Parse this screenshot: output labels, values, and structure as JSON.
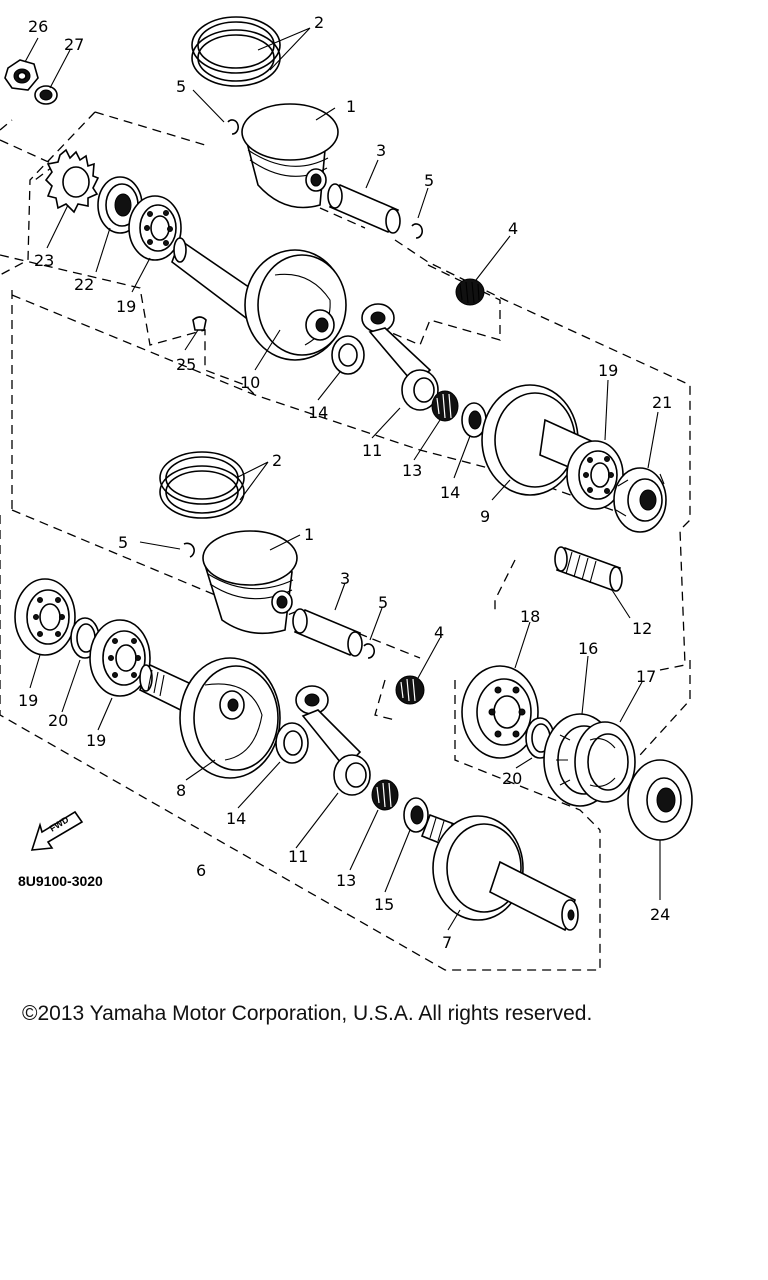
{
  "diagram": {
    "callouts": {
      "c26": "26",
      "c27": "27",
      "c2a": "2",
      "c5a": "5",
      "c1a": "1",
      "c3a": "3",
      "c5b": "5",
      "c4a": "4",
      "c23": "23",
      "c22": "22",
      "c19a": "19",
      "c25": "25",
      "c10": "10",
      "c14a": "14",
      "c11a": "11",
      "c13a": "13",
      "c14b": "14",
      "c9": "9",
      "c19b": "19",
      "c21": "21",
      "c12": "12",
      "c2b": "2",
      "c5c": "5",
      "c1b": "1",
      "c3b": "3",
      "c5d": "5",
      "c4b": "4",
      "c18": "18",
      "c16": "16",
      "c17": "17",
      "c19c": "19",
      "c20a": "20",
      "c19d": "19",
      "c8": "8",
      "c14c": "14",
      "c11b": "11",
      "c13b": "13",
      "c15": "15",
      "c7": "7",
      "c6": "6",
      "c20b": "20",
      "c24": "24"
    },
    "fwd_label": "FWD",
    "figure_code": "8U9100-3020"
  },
  "footer": {
    "copyright": "©2013 Yamaha Motor Corporation, U.S.A. All rights reserved."
  }
}
